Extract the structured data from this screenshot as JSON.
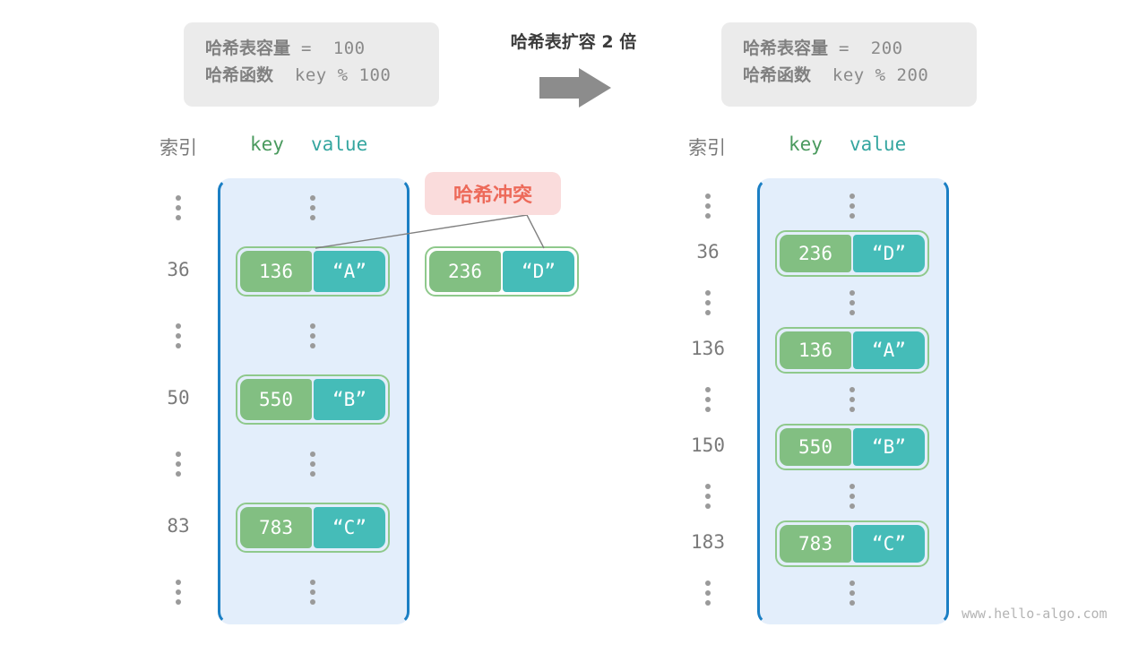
{
  "left_info": {
    "capacity_label": "哈希表容量",
    "capacity_text": " =  100",
    "hash_label": "哈希函数",
    "hash_text": "  key % 100"
  },
  "right_info": {
    "capacity_label": "哈希表容量",
    "capacity_text": " =  200",
    "hash_label": "哈希函数",
    "hash_text": "  key % 200"
  },
  "center": {
    "caption": "哈希表扩容 2 倍",
    "arrow_icon": "right-arrow-icon",
    "arrow_color": "#8c8c8c"
  },
  "headers": {
    "index": "索引",
    "key": "key",
    "value": "value"
  },
  "callout": {
    "label": "哈希冲突",
    "bg": "#fadcdc",
    "fg": "#ed6a5a"
  },
  "colors": {
    "bucket_fill": "#e3eefb",
    "bucket_border": "#1b7fc4",
    "key_fill": "#82bf82",
    "value_fill": "#45bcb8",
    "pair_border": "#8fc98c",
    "index_text": "#7a7a7a",
    "info_bg": "#ebebeb"
  },
  "left_table": {
    "title": "哈希表容量 100",
    "rows": [
      {
        "index": "",
        "dots": true,
        "key": "",
        "value": ""
      },
      {
        "index": "36",
        "dots": false,
        "key": "136",
        "value": "“A”"
      },
      {
        "index": "",
        "dots": true,
        "key": "",
        "value": ""
      },
      {
        "index": "50",
        "dots": false,
        "key": "550",
        "value": "“B”"
      },
      {
        "index": "",
        "dots": true,
        "key": "",
        "value": ""
      },
      {
        "index": "83",
        "dots": false,
        "key": "783",
        "value": "“C”"
      },
      {
        "index": "",
        "dots": true,
        "key": "",
        "value": ""
      }
    ]
  },
  "colliding_entry": {
    "key": "236",
    "value": "“D”"
  },
  "right_table": {
    "title": "哈希表容量 200",
    "rows": [
      {
        "index": "",
        "dots": true,
        "key": "",
        "value": ""
      },
      {
        "index": "36",
        "dots": false,
        "key": "236",
        "value": "“D”"
      },
      {
        "index": "",
        "dots": true,
        "key": "",
        "value": ""
      },
      {
        "index": "136",
        "dots": false,
        "key": "136",
        "value": "“A”"
      },
      {
        "index": "",
        "dots": true,
        "key": "",
        "value": ""
      },
      {
        "index": "150",
        "dots": false,
        "key": "550",
        "value": "“B”"
      },
      {
        "index": "",
        "dots": true,
        "key": "",
        "value": ""
      },
      {
        "index": "183",
        "dots": false,
        "key": "783",
        "value": "“C”"
      },
      {
        "index": "",
        "dots": true,
        "key": "",
        "value": ""
      }
    ]
  },
  "watermark": "www.hello-algo.com"
}
